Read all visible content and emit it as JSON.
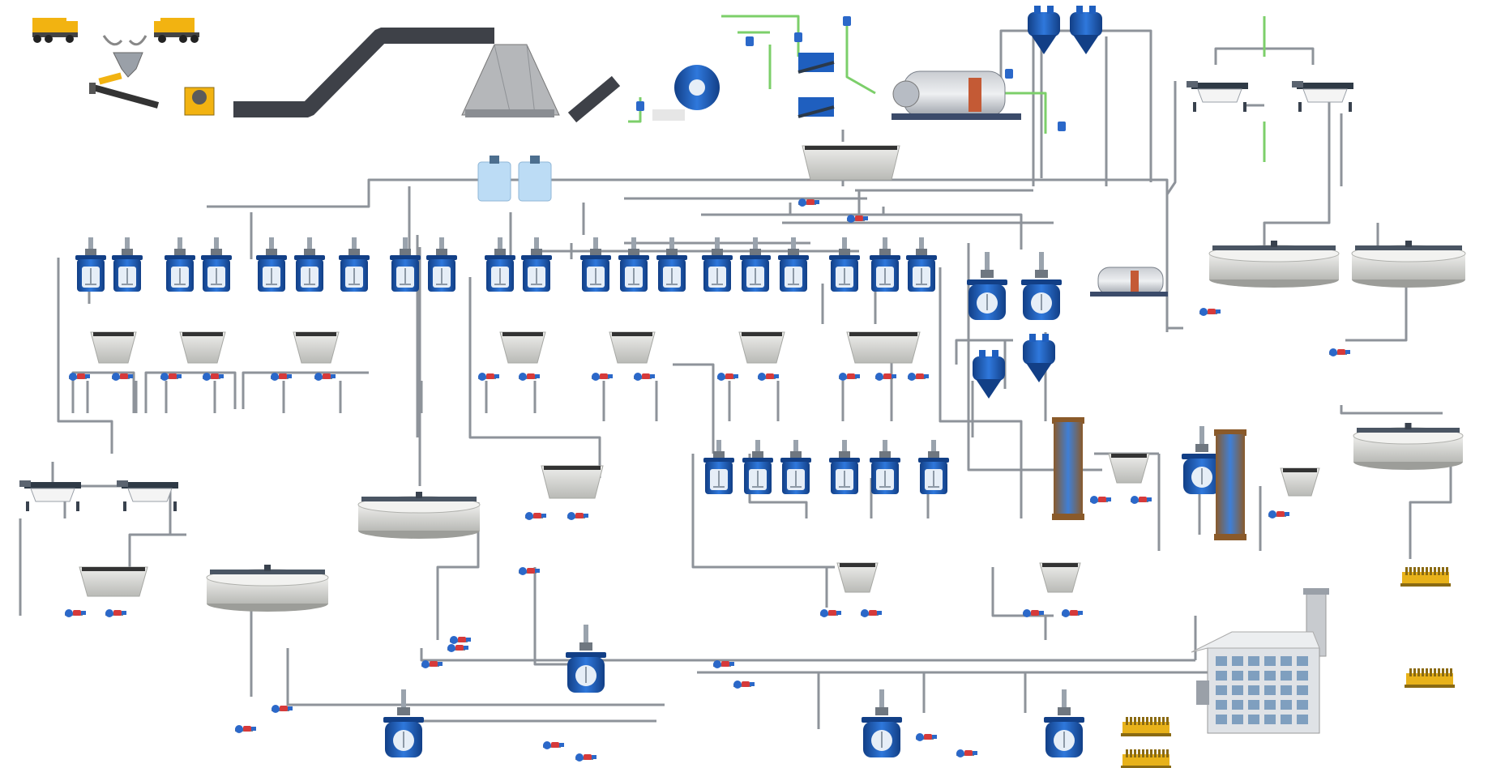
{
  "diagram": {
    "kind": "mineral-processing-flowsheet",
    "colors": {
      "pipe": "#8e939a",
      "pipe_dark": "#5f646b",
      "water_pipe": "#7ccf6a",
      "tank_blue": "#1f5fbf",
      "tank_dark": "#123f86",
      "pump_blue": "#2b68c9",
      "pump_red": "#d63a3a",
      "concrete": "#d9d9d6",
      "concrete_shade": "#b9bab6",
      "steel": "#5b6470",
      "truck_yellow": "#f2b311",
      "filter_yellow": "#e8b21a",
      "reagent_blue": "#bcdcf5",
      "conveyor": "#3e4148"
    },
    "equipment_groups": [
      "dump-trucks",
      "crushing",
      "conveyors",
      "ore-bin",
      "grinding-mills",
      "hydrocyclones",
      "vibrating-screens",
      "reagent-tanks",
      "flotation-cells",
      "agitation-tanks",
      "sump-boxes",
      "slurry-pumps",
      "thickeners",
      "leaching-columns",
      "filter-press",
      "refinery-building"
    ]
  }
}
